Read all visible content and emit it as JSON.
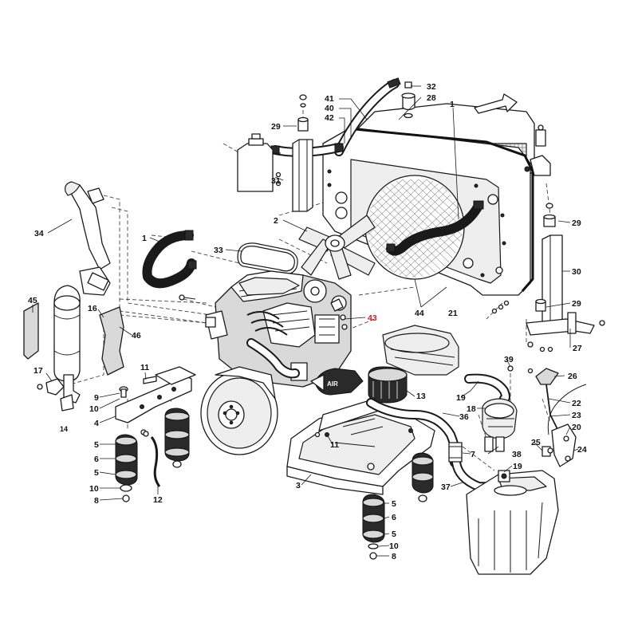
{
  "callouts": {
    "c32": "32",
    "c28": "28",
    "c41": "41",
    "c40": "40",
    "c42": "42",
    "c1a": "1",
    "c29a": "29",
    "c31": "31",
    "c34": "34",
    "c2": "2",
    "c1b": "1",
    "c33": "33",
    "c29b": "29",
    "c30": "30",
    "c29c": "29",
    "c45": "45",
    "c16": "16",
    "c46": "46",
    "c43": "43",
    "c44": "44",
    "c21": "21",
    "c27": "27",
    "c17": "17",
    "c14": "14",
    "c11a": "11",
    "c9": "9",
    "c10a": "10",
    "c4": "4",
    "c5a": "5",
    "c6a": "6",
    "c5b": "5",
    "c10b": "10",
    "c8a": "8",
    "c12": "12",
    "c39": "39",
    "c26": "26",
    "c13": "13",
    "c19a": "19",
    "c18": "18",
    "c36": "36",
    "c22": "22",
    "c23": "23",
    "c20": "20",
    "c11b": "11",
    "c7": "7",
    "c25": "25",
    "c24": "24",
    "c38": "38",
    "c19b": "19",
    "c3": "3",
    "c37": "37",
    "c5c": "5",
    "c6b": "6",
    "c5d": "5",
    "c10c": "10",
    "c8b": "8"
  },
  "intake_label": "AIR",
  "colors": {
    "line": "#1a1a1a",
    "highlight": "#d11a1a",
    "fill_gray": "#d9d9d9"
  }
}
